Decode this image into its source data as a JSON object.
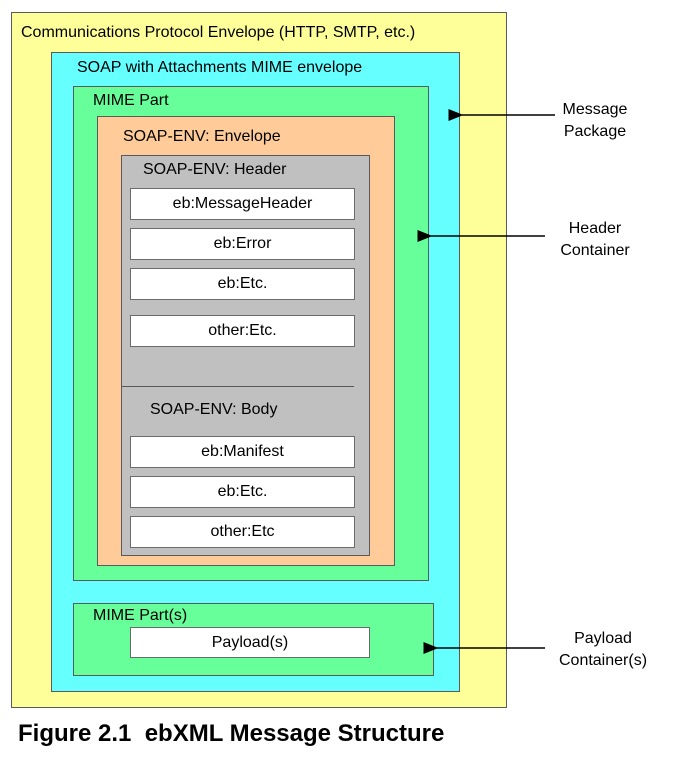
{
  "outer": {
    "label": "Communications Protocol Envelope (HTTP, SMTP, etc.)",
    "color": "#ffff99"
  },
  "soap_mime": {
    "label": "SOAP with Attachments MIME envelope",
    "color": "#66ffff"
  },
  "mime_part": {
    "label": "MIME Part",
    "color": "#66ff99"
  },
  "envelope": {
    "label": "SOAP-ENV: Envelope",
    "color": "#ffcc99"
  },
  "header": {
    "label": "SOAP-ENV: Header",
    "color": "#c0c0c0",
    "items": [
      "eb:MessageHeader",
      "eb:Error",
      "eb:Etc.",
      "other:Etc."
    ]
  },
  "body_section": {
    "label": "SOAP-ENV: Body",
    "items": [
      "eb:Manifest",
      "eb:Etc.",
      "other:Etc"
    ]
  },
  "payload_part": {
    "label": "MIME Part(s)",
    "item": "Payload(s)"
  },
  "side_labels": {
    "message_package": [
      "Message",
      "Package"
    ],
    "header_container": [
      "Header",
      "Container"
    ],
    "payload_container": [
      "Payload",
      "Container(s)"
    ]
  },
  "caption": "Figure 2.1  ebXML Message Structure"
}
